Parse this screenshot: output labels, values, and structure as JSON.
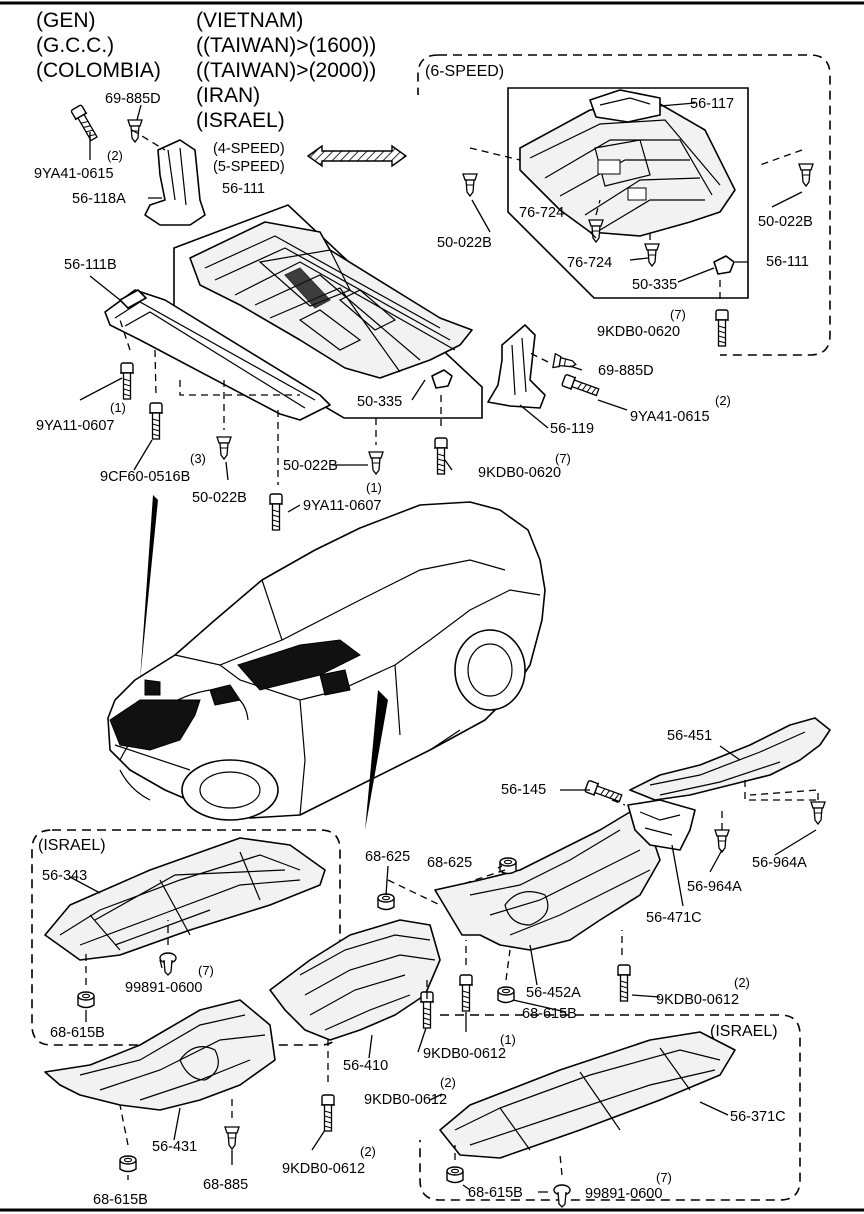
{
  "header": {
    "left": [
      "(GEN)",
      "(G.C.C.)",
      "(COLOMBIA)"
    ],
    "right": [
      "(VIETNAM)",
      "((TAIWAN)>(1600))",
      "((TAIWAN)>(2000))",
      "(IRAN)",
      "(ISRAEL)"
    ]
  },
  "groups": {
    "six_speed": "(6-SPEED)",
    "four_speed": "(4-SPEED)",
    "five_speed": "(5-SPEED)",
    "israel_left": "(ISRAEL)",
    "israel_right": "(ISRAEL)"
  },
  "parts": {
    "p69885D_a": "69-885D",
    "p9YA41_0615_a": "9YA41-0615",
    "q9YA41_0615_a": "(2)",
    "p56118A": "56-118A",
    "p56111_top": "56-111",
    "p56111B": "56-111B",
    "p9YA11_0607_a": "9YA11-0607",
    "q9YA11_0607_a": "(1)",
    "p9CF60_0516B": "9CF60-0516B",
    "q9CF60_0516B": "(3)",
    "p50022B_a": "50-022B",
    "p50022B_b": "50-022B",
    "p9YA11_0607_b": "9YA11-0607",
    "q9YA11_0607_b": "(1)",
    "p50335_a": "50-335",
    "p9KDB0_0620_a": "9KDB0-0620",
    "q9KDB0_0620_a": "(7)",
    "p56119": "56-119",
    "p69885D_b": "69-885D",
    "p9YA41_0615_b": "9YA41-0615",
    "q9YA41_0615_b": "(2)",
    "p56117": "56-117",
    "p50022B_c": "50-022B",
    "p50022B_d": "50-022B",
    "p76724_a": "76-724",
    "p76724_b": "76-724",
    "p50335_b": "50-335",
    "p56111_right": "56-111",
    "p9KDB0_0620_b": "9KDB0-0620",
    "q9KDB0_0620_b": "(7)",
    "p56451": "56-451",
    "p56145": "56-145",
    "p68625_a": "68-625",
    "p68625_b": "68-625",
    "p56964A_a": "56-964A",
    "p56964A_b": "56-964A",
    "p56471C": "56-471C",
    "p56343": "56-343",
    "p99891_0600_a": "99891-0600",
    "q99891_0600_a": "(7)",
    "p68615B_a": "68-615B",
    "p56452A": "56-452A",
    "p9KDB0_0612_a": "9KDB0-0612",
    "q9KDB0_0612_a": "(2)",
    "p68615B_b": "68-615B",
    "p9KDB0_0612_b": "9KDB0-0612",
    "q9KDB0_0612_b": "(1)",
    "p56410": "56-410",
    "p9KDB0_0612_c": "9KDB0-0612",
    "q9KDB0_0612_c": "(2)",
    "p56371C": "56-371C",
    "p56431": "56-431",
    "p68885": "68-885",
    "p68615B_c": "68-615B",
    "p9KDB0_0612_d": "9KDB0-0612",
    "q9KDB0_0612_d": "(2)",
    "p68615B_d": "68-615B",
    "p99891_0600_b": "99891-0600",
    "q99891_0600_b": "(7)"
  }
}
